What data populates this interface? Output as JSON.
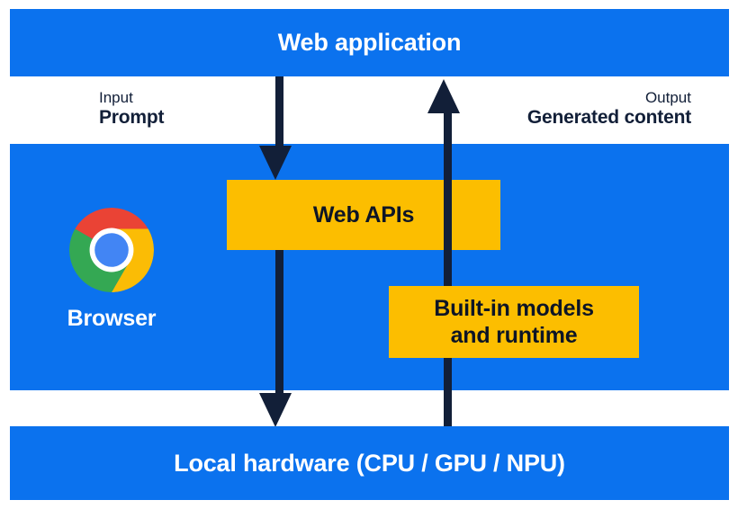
{
  "diagram": {
    "title": "Web application",
    "bands": {
      "top": {
        "label": "Web application"
      },
      "middle": {
        "label": "Browser",
        "logo": "chrome-logo"
      },
      "bottom": {
        "label": "Local hardware (CPU / GPU / NPU)"
      }
    },
    "annotations": {
      "input": {
        "kind": "Input",
        "value": "Prompt"
      },
      "output": {
        "kind": "Output",
        "value": "Generated content"
      }
    },
    "boxes": [
      {
        "label": "Web APIs"
      },
      {
        "line1": "Built-in models",
        "line2": "and runtime"
      }
    ],
    "colors": {
      "blue": "#0B72EE",
      "yellow": "#FCBE00",
      "navy": "#121F38",
      "white": "#FFFFFF",
      "chrome_red": "#EA4335",
      "chrome_yellow": "#FBBC05",
      "chrome_green": "#34A853",
      "chrome_blue": "#4285F4"
    }
  }
}
